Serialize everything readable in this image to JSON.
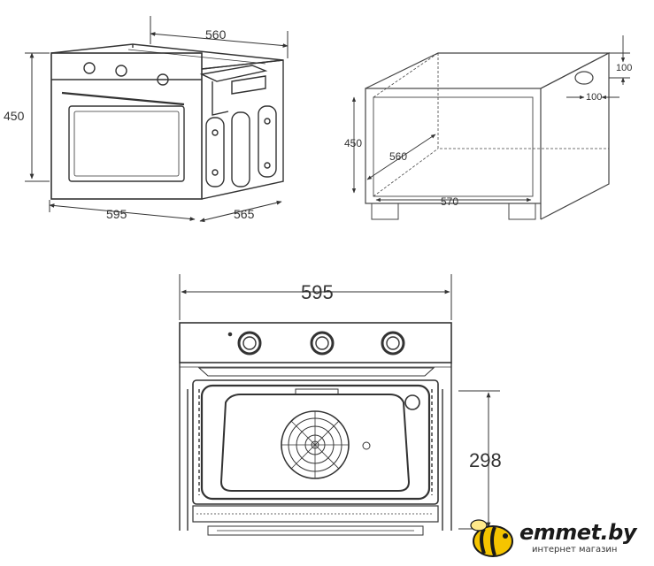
{
  "dimensions": {
    "top_oven_width": "560",
    "top_oven_height": "450",
    "top_oven_front_width": "595",
    "top_oven_depth": "565",
    "niche_corner_a": "100",
    "niche_corner_b": "100",
    "niche_height": "450",
    "niche_depth": "560",
    "niche_width": "570",
    "front_width": "595",
    "cavity_height": "298"
  },
  "brand": {
    "name": "emmet.by",
    "tagline": "интернет магазин",
    "accent_color": "#f5c400"
  },
  "line_color": "#333333"
}
